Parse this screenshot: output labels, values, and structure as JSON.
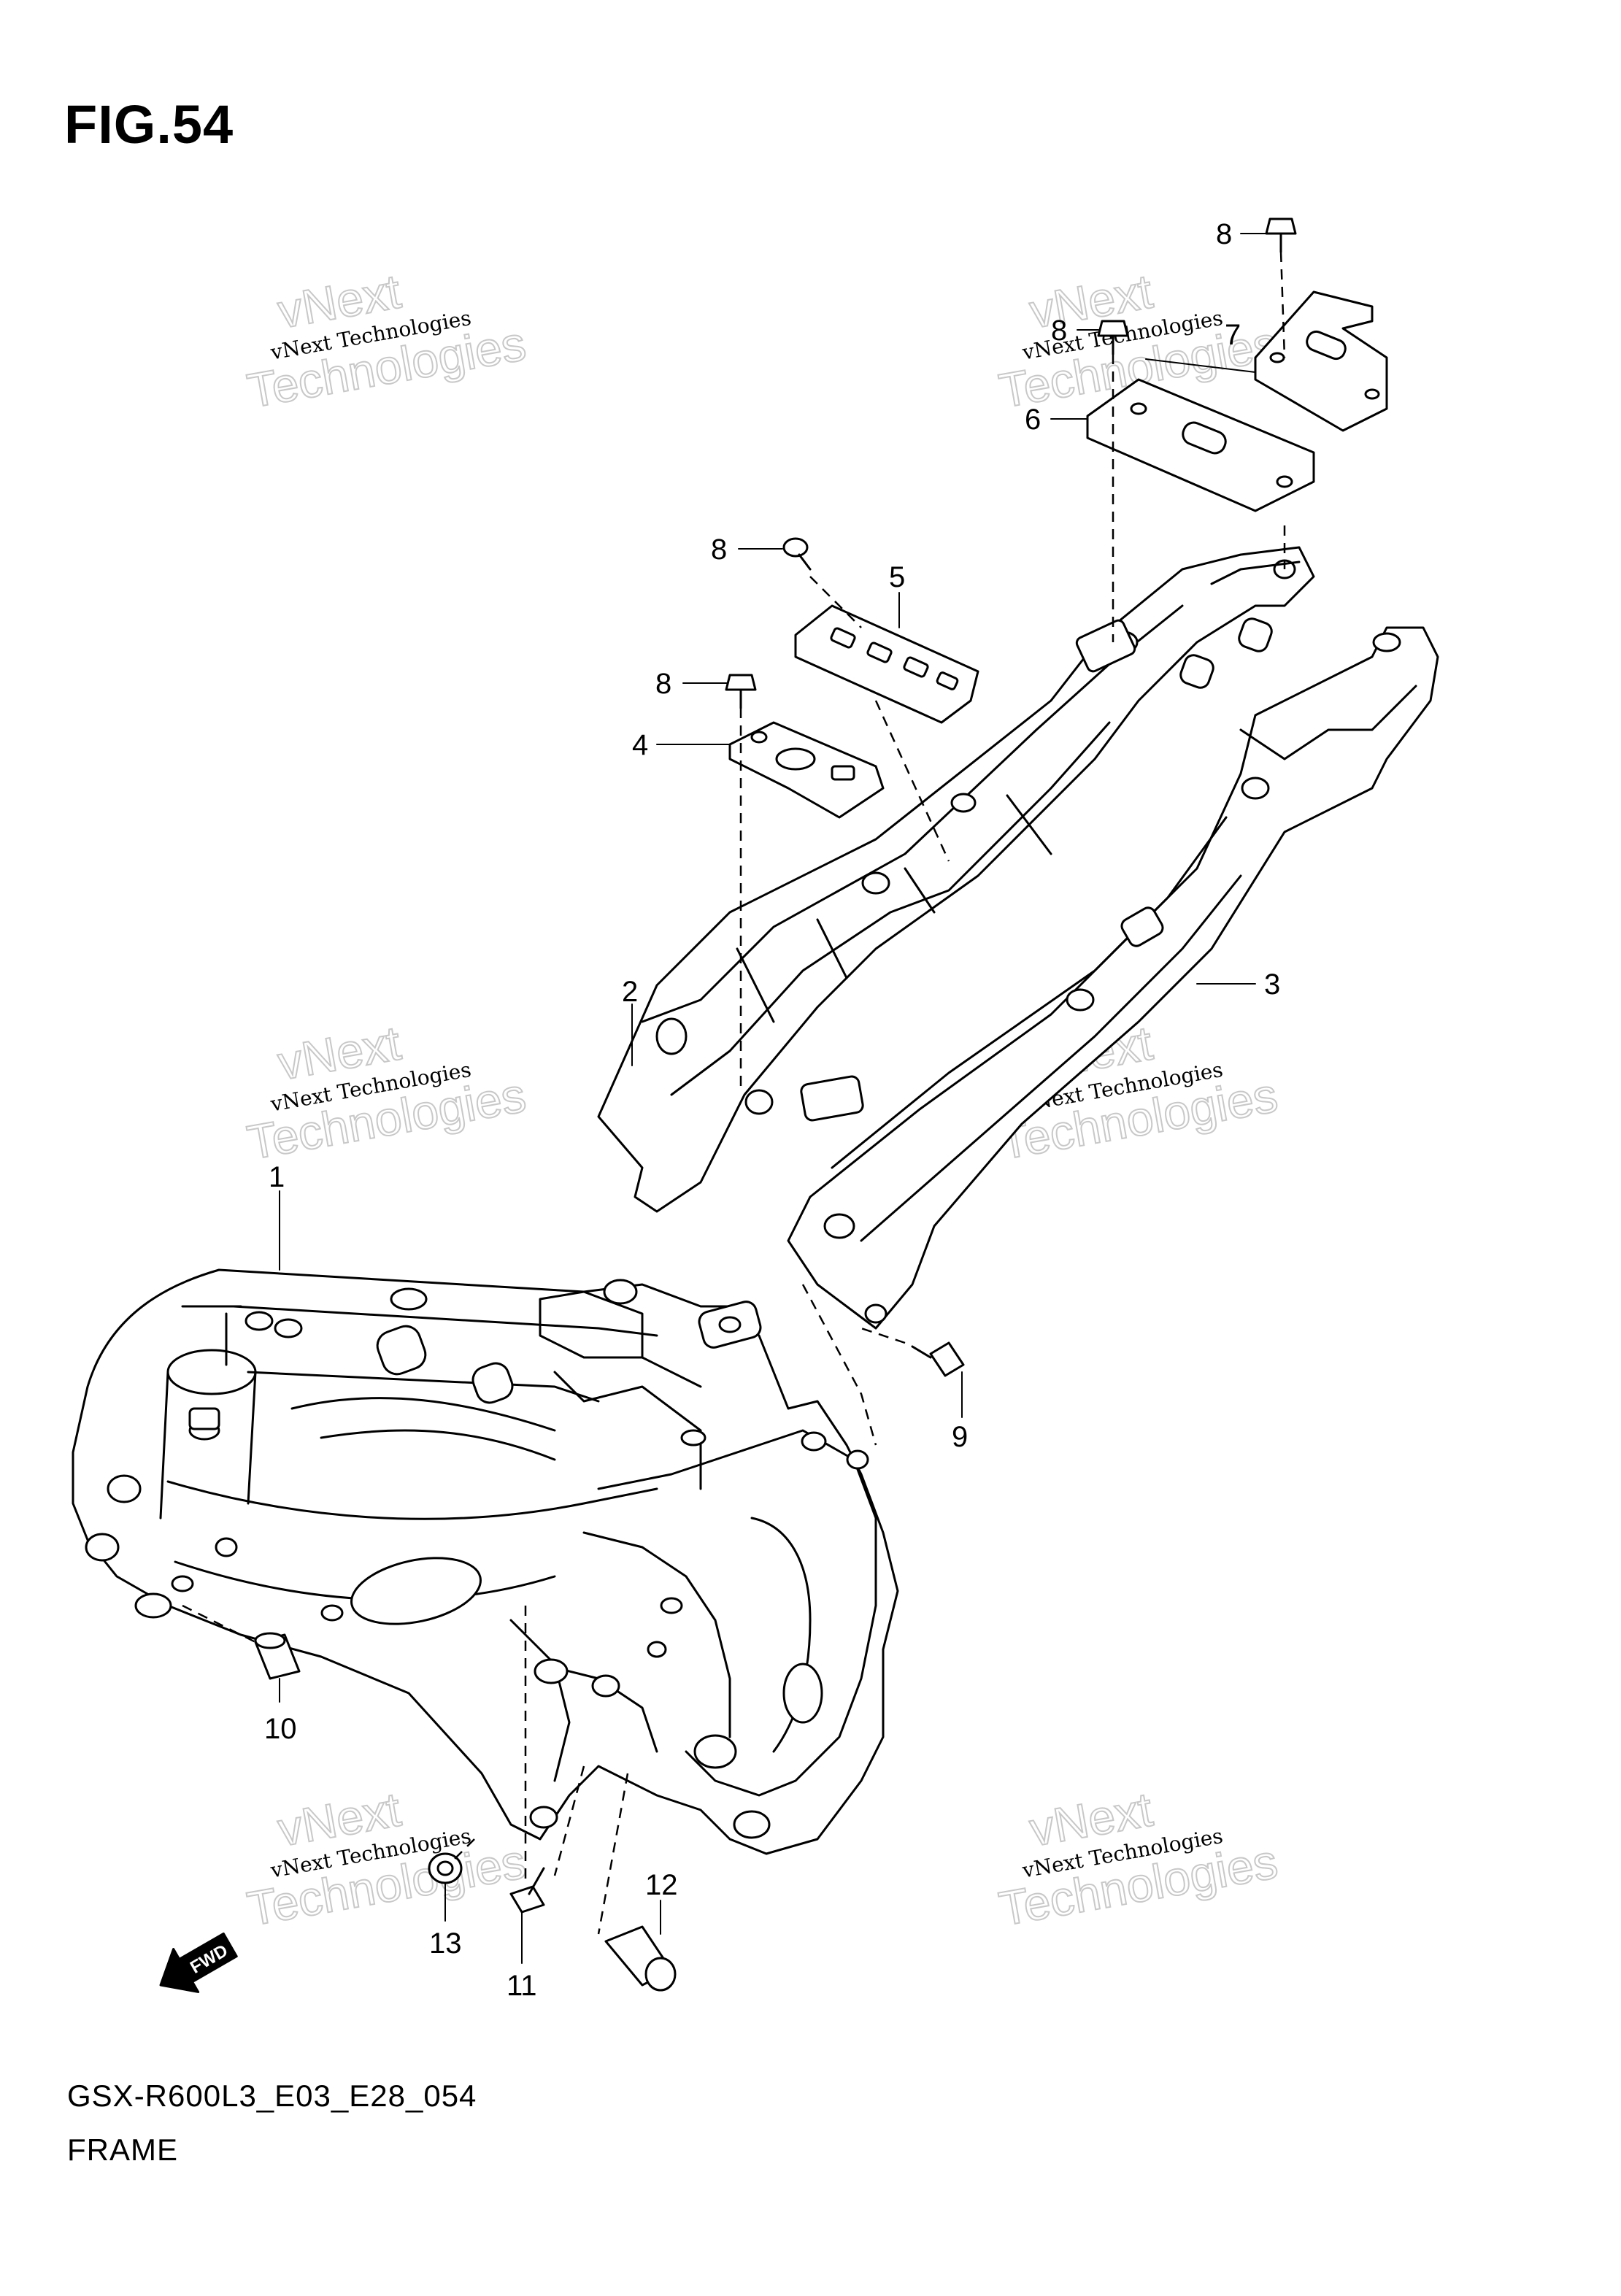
{
  "figure": {
    "title": "FIG.54",
    "model_code": "GSX-R600L3_E03_E28_054",
    "name": "FRAME"
  },
  "watermarks": [
    {
      "line1": "vNext",
      "line2": "vNext Technologies",
      "line3": "Technologies"
    },
    {
      "line1": "vNext",
      "line2": "vNext Technologies",
      "line3": "Technologies"
    },
    {
      "line1": "vNext",
      "line2": "vNext Technologies",
      "line3": "Technologies"
    },
    {
      "line1": "vNext",
      "line2": "vNext Technologies",
      "line3": "Technologies"
    },
    {
      "line1": "vNext",
      "line2": "vNext Technologies",
      "line3": "Technologies"
    },
    {
      "line1": "vNext",
      "line2": "vNext Technologies",
      "line3": "Technologies"
    }
  ],
  "callouts": [
    {
      "number": "1",
      "part": "frame"
    },
    {
      "number": "2",
      "part": "seat-rail-left"
    },
    {
      "number": "3",
      "part": "seat-rail-right"
    },
    {
      "number": "4",
      "part": "bracket-plate"
    },
    {
      "number": "5",
      "part": "bracket-plate"
    },
    {
      "number": "6",
      "part": "bracket-plate"
    },
    {
      "number": "7",
      "part": "bracket"
    },
    {
      "number": "8",
      "part": "bolt"
    },
    {
      "number": "8",
      "part": "bolt"
    },
    {
      "number": "8",
      "part": "bolt"
    },
    {
      "number": "8",
      "part": "bolt"
    },
    {
      "number": "9",
      "part": "bolt"
    },
    {
      "number": "10",
      "part": "collar"
    },
    {
      "number": "11",
      "part": "bolt"
    },
    {
      "number": "12",
      "part": "plug"
    },
    {
      "number": "13",
      "part": "nut"
    }
  ],
  "fwd_label": "FWD",
  "fwd_icon": "arrow-left-down-icon"
}
